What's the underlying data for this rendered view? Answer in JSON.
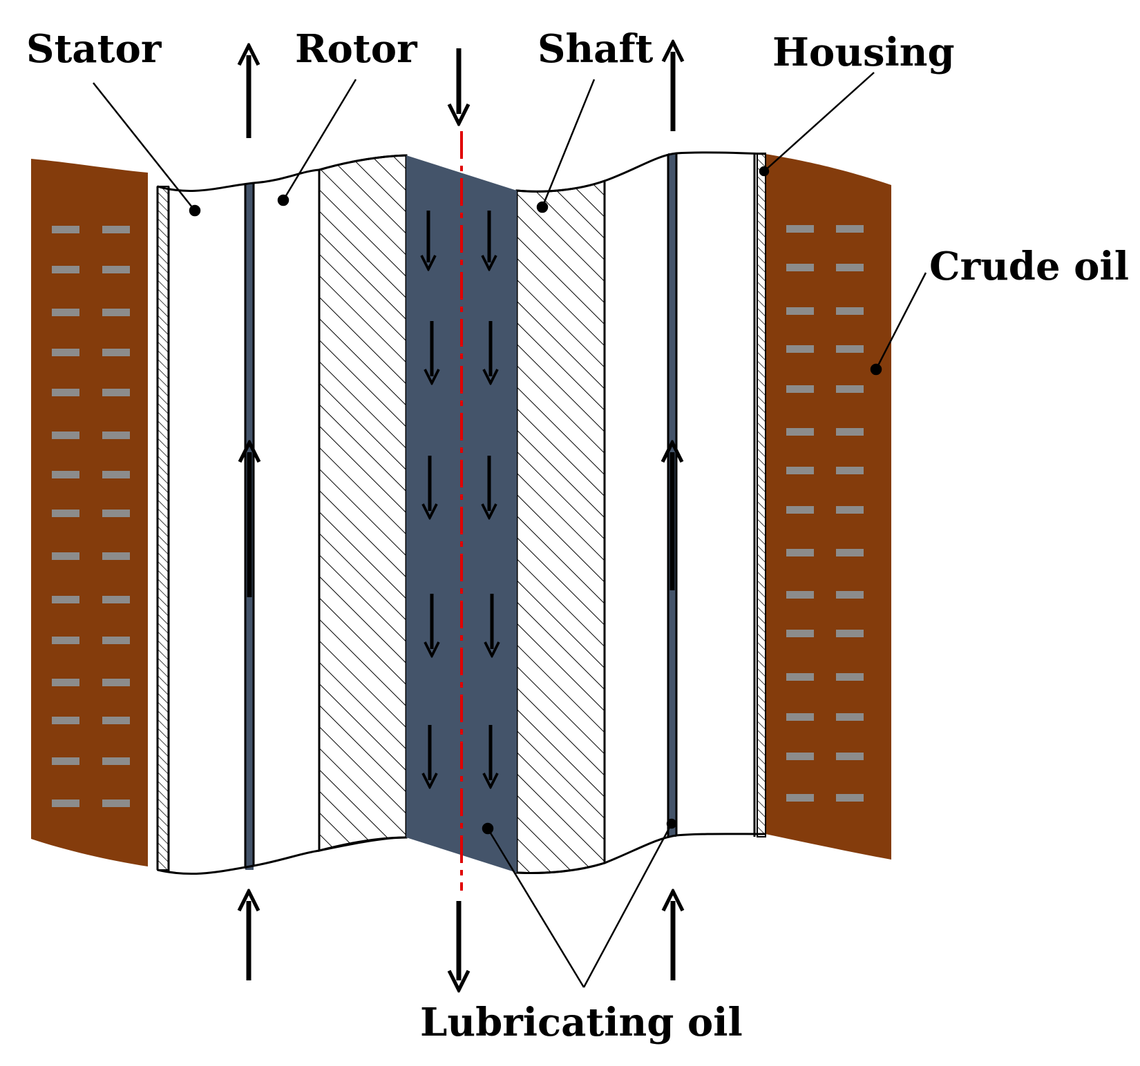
{
  "labels": {
    "stator": "Stator",
    "rotor": "Rotor",
    "shaft": "Shaft",
    "housing": "Housing",
    "crude_oil": "Crude oil",
    "lubricating_oil": "Lubricating oil"
  },
  "colors": {
    "crude_oil": "#843c0c",
    "crude_oil_dash": "#8c8c8c",
    "lubricating_oil": "#44546a",
    "centerline": "#e00000",
    "outline": "#000000",
    "background": "#ffffff"
  },
  "icons": {
    "flow_up": "arrow-up-icon",
    "flow_down": "arrow-down-icon"
  }
}
